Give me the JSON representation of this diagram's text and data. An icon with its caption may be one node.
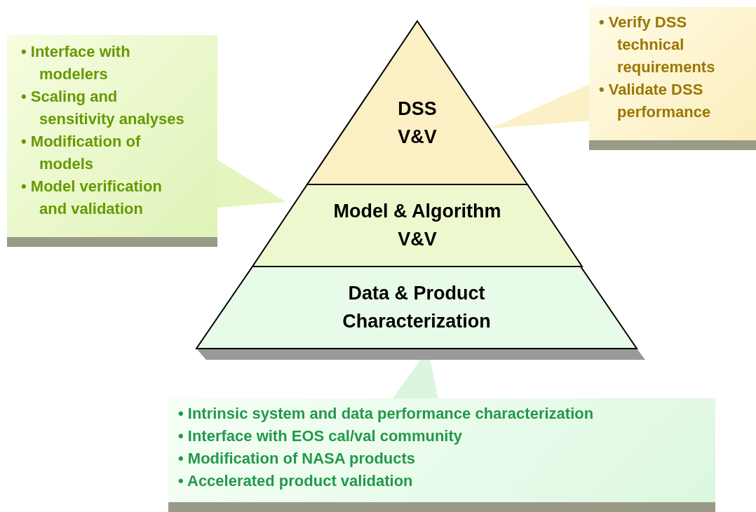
{
  "diagram": {
    "nodes": [
      {
        "text": [
          "DSS V&V"
        ]
      },
      {
        "text": [
          "Model & Algorithm V&V"
        ]
      },
      {
        "text": [
          "Data & Product Characterization"
        ]
      },
      {
        "text": [
          "• Interface with modelers",
          "• Scaling and sensitivity analyses",
          "• Modification of models",
          "• Model verification and validation"
        ]
      },
      {
        "text": [
          "• Verify DSS technical requirements",
          "• Validate DSS performance"
        ]
      },
      {
        "text": [
          "• Intrinsic system and data performance characterization",
          "• Interface with EOS cal/val community",
          "• Modification of NASA products",
          "• Accelerated product validation"
        ]
      }
    ],
    "edges": [
      {
        "from": 3,
        "to": 1,
        "arrow": "to"
      },
      {
        "from": 4,
        "to": 0,
        "arrow": "to"
      },
      {
        "from": 5,
        "to": 2,
        "arrow": "to"
      }
    ]
  }
}
